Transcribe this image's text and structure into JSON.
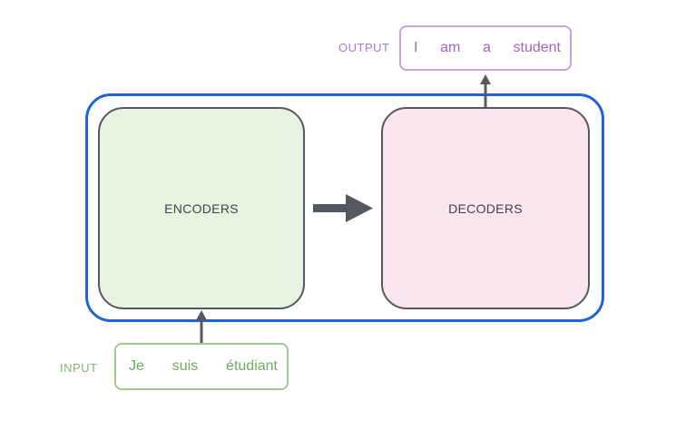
{
  "output": {
    "label": "OUTPUT",
    "tokens": [
      "I",
      "am",
      "a",
      "student"
    ]
  },
  "blocks": {
    "encoders": "ENCODERS",
    "decoders": "DECODERS"
  },
  "input": {
    "label": "INPUT",
    "tokens": [
      "Je",
      "suis",
      "étudiant"
    ]
  },
  "colors": {
    "container_border": "#1e63d9",
    "encoder_fill": "#e8f3e1",
    "decoder_fill": "#fbe6f0",
    "input_accent": "#9ccb90",
    "output_accent": "#c3a3d9",
    "arrow": "#545961"
  }
}
